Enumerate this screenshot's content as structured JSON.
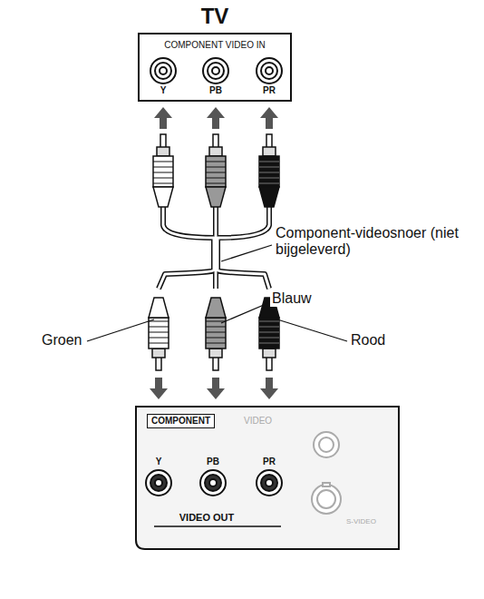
{
  "diagram": {
    "nodes": [
      {
        "text": [
          "TV",
          "COMPONENT VIDEO IN"
        ]
      },
      {
        "text": [
          "VIDEO OUT"
        ]
      },
      {
        "text": [
          "COMPONENT"
        ],
        "in": 1
      }
    ],
    "labels": [
      "Y",
      "PB",
      "PR",
      "Component-videosnoer (niet bijgeleverd)",
      "Blauw",
      "Groen",
      "Rood",
      "Y",
      "PB",
      "PR",
      "VIDEO",
      "S-VIDEO"
    ]
  }
}
